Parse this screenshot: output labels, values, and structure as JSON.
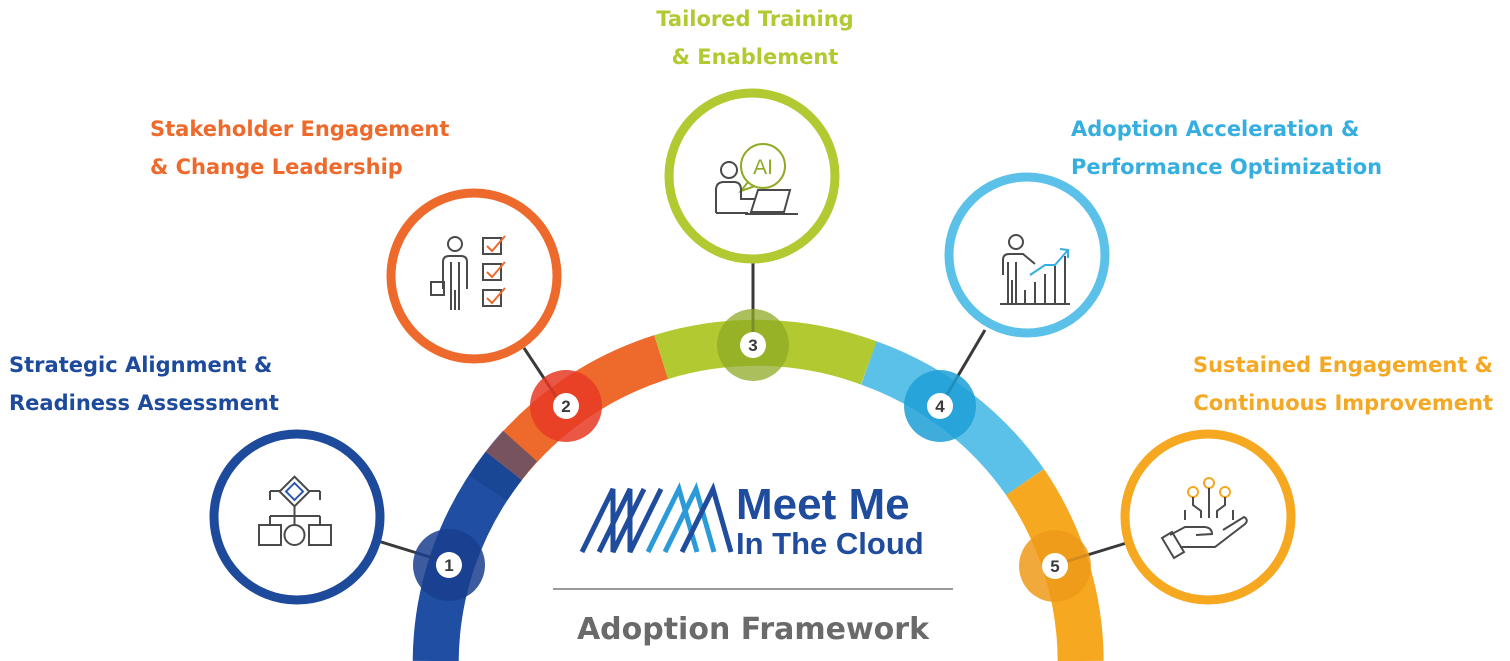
{
  "framework": {
    "title": "Adoption Framework",
    "brand": {
      "line1": "Meet Me",
      "line2": "In The Cloud",
      "color": "#1f4c9d"
    }
  },
  "steps": [
    {
      "number": "1",
      "title_line1": "Strategic Alignment &",
      "title_line2": "Readiness Assessment",
      "color": "#1e4a9c",
      "icon": "workflow-diagram-icon"
    },
    {
      "number": "2",
      "title_line1": "Stakeholder Engagement",
      "title_line2": "& Change Leadership",
      "color": "#ee6a2c",
      "icon": "person-checklist-icon"
    },
    {
      "number": "3",
      "title_line1": "Tailored Training",
      "title_line2": "& Enablement",
      "color": "#b3c932",
      "icon": "ai-chat-laptop-icon",
      "icon_text": "AI"
    },
    {
      "number": "4",
      "title_line1": "Adoption Acceleration &",
      "title_line2": "Performance Optimization",
      "color": "#35aee0",
      "icon": "growth-chart-presenter-icon"
    },
    {
      "number": "5",
      "title_line1": "Sustained Engagement &",
      "title_line2": "Continuous Improvement",
      "color": "#f4a823",
      "icon": "hand-circuit-icon"
    }
  ]
}
